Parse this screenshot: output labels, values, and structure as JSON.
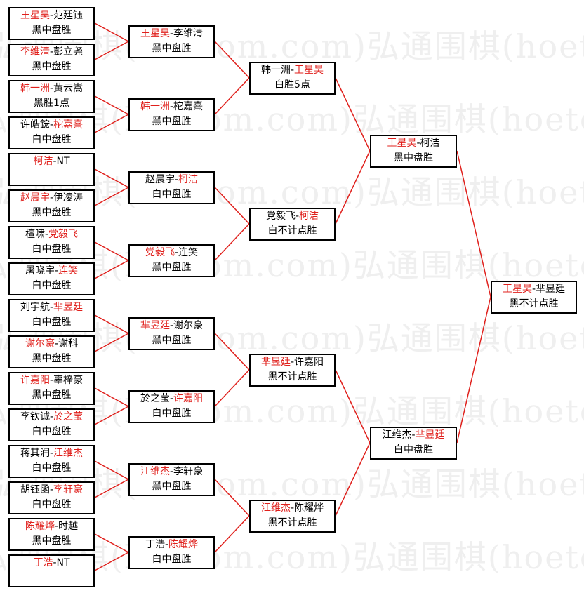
{
  "watermark": "弘通围棋(hoetom.com)弘通围棋(hoetom.com)",
  "colors": {
    "winner": "#e0201c",
    "text": "#000000",
    "line": "#e0201c",
    "border": "#000000"
  },
  "bracket": {
    "round1": [
      {
        "p1": "王星昊",
        "sep": "-",
        "p2": "范廷钰",
        "winner": 1,
        "result": "黑中盘胜"
      },
      {
        "p1": "李维清",
        "sep": "-",
        "p2": "彭立尧",
        "winner": 1,
        "result": "黑中盘胜"
      },
      {
        "p1": "韩一洲",
        "sep": "-",
        "p2": "黄云嵩",
        "winner": 1,
        "result": "黑胜1点"
      },
      {
        "p1": "许皓鋐",
        "sep": "-",
        "p2": "柁嘉熹",
        "winner": 2,
        "result": "白中盘胜"
      },
      {
        "p1": "柯洁",
        "sep": "-",
        "p2": "NT",
        "winner": 1,
        "result": ""
      },
      {
        "p1": "赵晨宇",
        "sep": "-",
        "p2": "伊凌涛",
        "winner": 1,
        "result": "黑中盘胜"
      },
      {
        "p1": "檀啸",
        "sep": "-",
        "p2": "党毅飞",
        "winner": 2,
        "result": "白中盘胜"
      },
      {
        "p1": "屠晓宇",
        "sep": "-",
        "p2": "连笑",
        "winner": 2,
        "result": "白中盘胜"
      },
      {
        "p1": "刘宇航",
        "sep": "-",
        "p2": "芈昱廷",
        "winner": 2,
        "result": "白中盘胜"
      },
      {
        "p1": "谢尔豪",
        "sep": "-",
        "p2": "谢科",
        "winner": 1,
        "result": "黑中盘胜"
      },
      {
        "p1": "许嘉阳",
        "sep": "-",
        "p2": "辜梓豪",
        "winner": 1,
        "result": "黑中盘胜"
      },
      {
        "p1": "李钦诚",
        "sep": "-",
        "p2": "於之莹",
        "winner": 2,
        "result": "白中盘胜"
      },
      {
        "p1": "蒋其润",
        "sep": "-",
        "p2": "江维杰",
        "winner": 2,
        "result": "白中盘胜"
      },
      {
        "p1": "胡钰函",
        "sep": "-",
        "p2": "李轩豪",
        "winner": 2,
        "result": "白中盘胜"
      },
      {
        "p1": "陈耀烨",
        "sep": "-",
        "p2": "时越",
        "winner": 1,
        "result": "黑中盘胜"
      },
      {
        "p1": "丁浩",
        "sep": "-",
        "p2": "NT",
        "winner": 1,
        "result": ""
      }
    ],
    "round2": [
      {
        "p1": "王星昊",
        "sep": "-",
        "p2": "李维清",
        "winner": 1,
        "result": "黑中盘胜"
      },
      {
        "p1": "韩一洲",
        "sep": "-",
        "p2": "柁嘉熹",
        "winner": 1,
        "result": "黑中盘胜"
      },
      {
        "p1": "赵晨宇",
        "sep": "-",
        "p2": "柯洁",
        "winner": 2,
        "result": "白中盘胜"
      },
      {
        "p1": "党毅飞",
        "sep": "-",
        "p2": "连笑",
        "winner": 1,
        "result": "黑中盘胜"
      },
      {
        "p1": "芈昱廷",
        "sep": "-",
        "p2": "谢尔豪",
        "winner": 1,
        "result": "黑中盘胜"
      },
      {
        "p1": "於之莹",
        "sep": "-",
        "p2": "许嘉阳",
        "winner": 2,
        "result": "白中盘胜"
      },
      {
        "p1": "江维杰",
        "sep": "-",
        "p2": "李轩豪",
        "winner": 1,
        "result": "黑中盘胜"
      },
      {
        "p1": "丁浩",
        "sep": "-",
        "p2": "陈耀烨",
        "winner": 2,
        "result": "白中盘胜"
      }
    ],
    "round3": [
      {
        "p1": "韩一洲",
        "sep": "-",
        "p2": "王星昊",
        "winner": 2,
        "result": "白胜5点"
      },
      {
        "p1": "党毅飞",
        "sep": "-",
        "p2": "柯洁",
        "winner": 2,
        "result": "白不计点胜"
      },
      {
        "p1": "芈昱廷",
        "sep": "-",
        "p2": "许嘉阳",
        "winner": 1,
        "result": "黑不计点胜"
      },
      {
        "p1": "江维杰",
        "sep": "-",
        "p2": "陈耀烨",
        "winner": 1,
        "result": "黑不计点胜"
      }
    ],
    "round4": [
      {
        "p1": "王星昊",
        "sep": "-",
        "p2": "柯洁",
        "winner": 1,
        "result": "黑中盘胜"
      },
      {
        "p1": "江维杰",
        "sep": "-",
        "p2": "芈昱廷",
        "winner": 2,
        "result": "白中盘胜"
      }
    ],
    "final": [
      {
        "p1": "王星昊",
        "sep": "-",
        "p2": "芈昱廷",
        "winner": 1,
        "result": "黑不计点胜"
      }
    ]
  }
}
